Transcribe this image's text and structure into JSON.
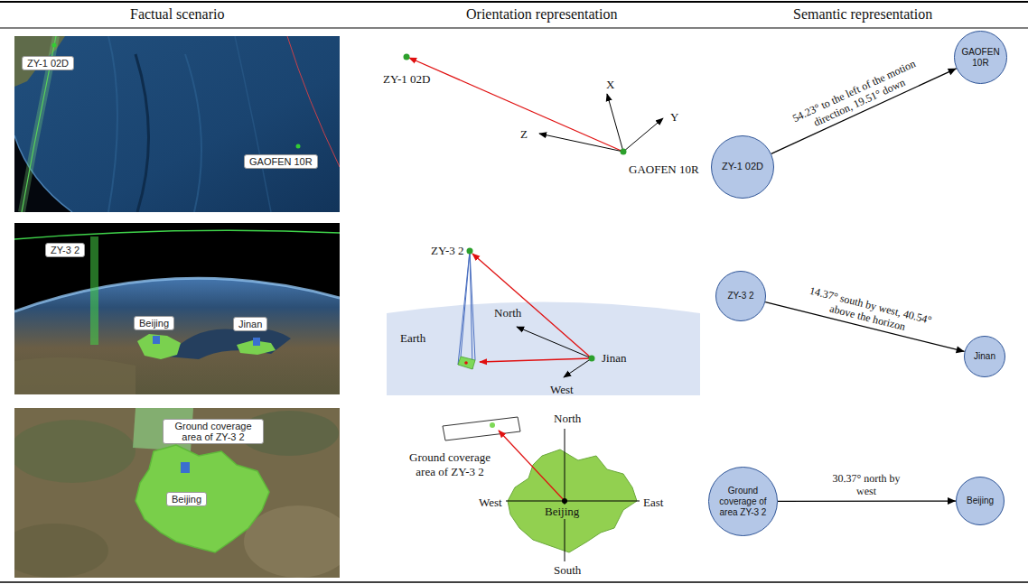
{
  "diagram": {
    "nodes": [
      {
        "text": [
          "ZY-1 02D"
        ]
      },
      {
        "text": [
          "GAOFEN 10R"
        ]
      },
      {
        "text": [
          "ZY-3 2"
        ]
      },
      {
        "text": [
          "Jinan"
        ]
      },
      {
        "text": [
          "Ground coverage of area ZY-3 2"
        ]
      },
      {
        "text": [
          "Beijing"
        ]
      }
    ],
    "edges": [
      {
        "from": 0,
        "to": 1,
        "arrow": "to",
        "label": "54.23° to the left of the motion direction, 19.51° down"
      },
      {
        "from": 2,
        "to": 3,
        "arrow": "to",
        "label": "14.37° south by west, 40.54° above the horizon"
      },
      {
        "from": 4,
        "to": 5,
        "arrow": "to",
        "label": "30.37° north by west"
      }
    ],
    "labels": [
      "Factual scenario",
      "Orientation representation",
      "Semantic representation",
      "ZY-1 02D",
      "GAOFEN 10R",
      "ZY-1 02D",
      "X",
      "Y",
      "Z",
      "GAOFEN 10R",
      "ZY-3 2",
      "Beijing",
      "Jinan",
      "ZY-3 2",
      "North",
      "Earth",
      "West",
      "Jinan",
      "Ground coverage area of ZY-3 2",
      "Beijing",
      "Ground coverage area of ZY-3 2",
      "North",
      "West",
      "East",
      "Beijing",
      "South"
    ]
  }
}
